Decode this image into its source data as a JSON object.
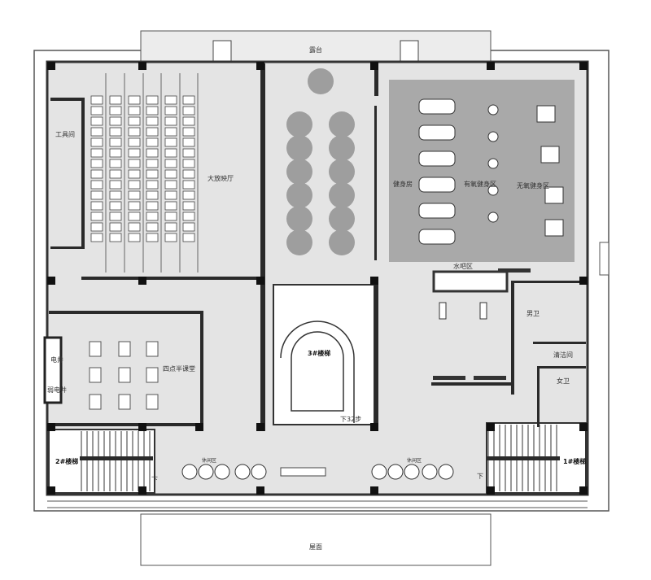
{
  "plan": {
    "rooms": {
      "terrace": "露台",
      "roof": "屋面",
      "tool_room": "工具间",
      "cinema": "大放映厅",
      "gym": "健身房",
      "cardio_zone": "有氧健身区",
      "strength_zone": "无氧健身区",
      "water_bar": "水吧区",
      "mens_wc": "男卫",
      "cleaning_room": "清洁间",
      "womens_wc": "女卫",
      "electric_shaft": "电井",
      "weak_current_shaft": "弱电井",
      "after_school_class": "四点半课堂",
      "stair_3": "3#楼梯",
      "stair_3_note": "下32步",
      "stair_2": "2#楼梯",
      "stair_1": "1#楼梯",
      "lounge_left": "休闲区",
      "lounge_right": "休闲区",
      "down_left": "下",
      "down_right": "下"
    },
    "colors": {
      "floor": "#e4e4e4",
      "gym_floor": "#a9a9a9",
      "wall": "#2a2a2a",
      "circle_table": "#9e9e9e"
    }
  }
}
